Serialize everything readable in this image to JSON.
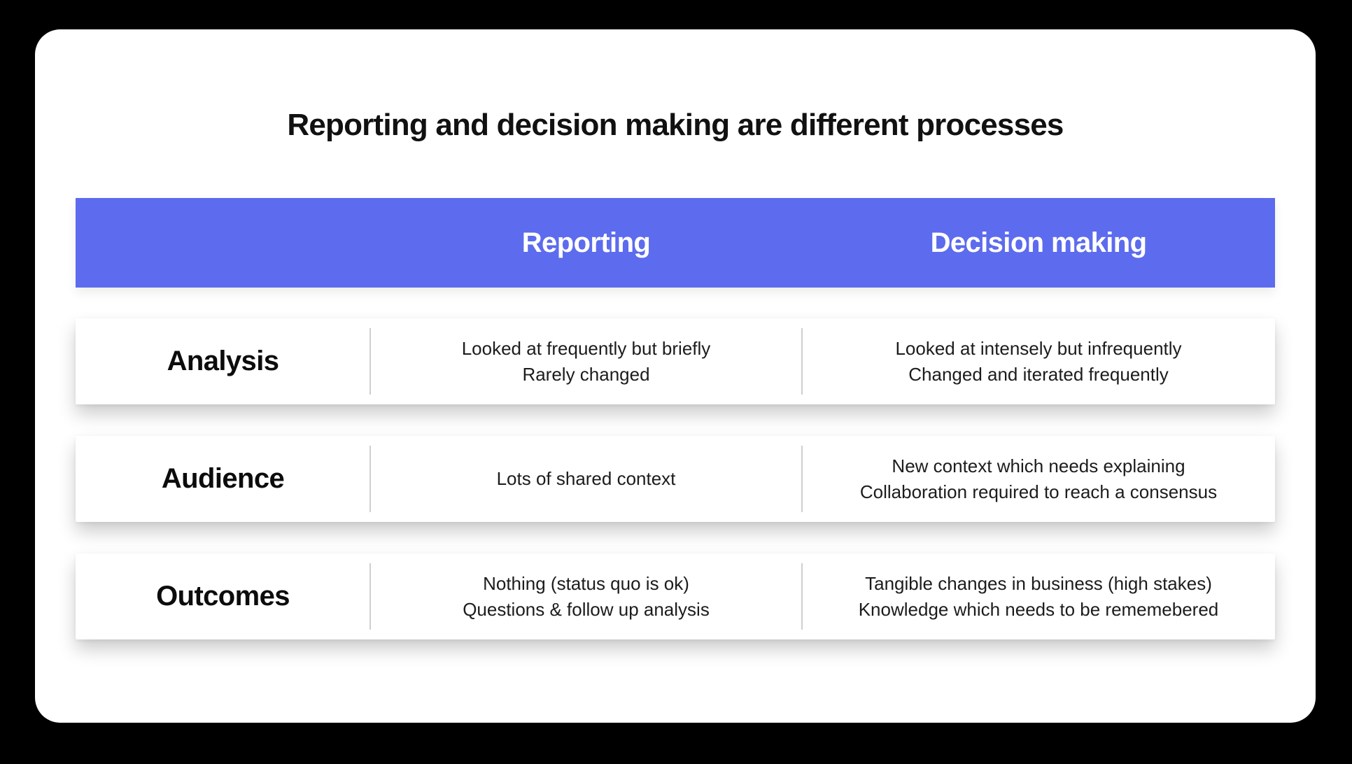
{
  "page": {
    "background_color": "#000000",
    "card_color": "#ffffff"
  },
  "title": "Reporting and decision making are different processes",
  "table": {
    "header": {
      "background_color": "#5D6BEE",
      "text_color": "#ffffff",
      "columns": [
        "Reporting",
        "Decision making"
      ]
    },
    "divider_color": "#cfcfcf",
    "rows": [
      {
        "label": "Analysis",
        "reporting": [
          "Looked at frequently but briefly",
          "Rarely changed"
        ],
        "decision_making": [
          "Looked at intensely but infrequently",
          "Changed and iterated frequently"
        ]
      },
      {
        "label": "Audience",
        "reporting": [
          "Lots of shared context"
        ],
        "decision_making": [
          "New context which needs explaining",
          "Collaboration required to reach a consensus"
        ]
      },
      {
        "label": "Outcomes",
        "reporting": [
          "Nothing (status quo is ok)",
          "Questions & follow up analysis"
        ],
        "decision_making": [
          "Tangible changes in business (high stakes)",
          "Knowledge which needs to be rememebered"
        ]
      }
    ]
  }
}
